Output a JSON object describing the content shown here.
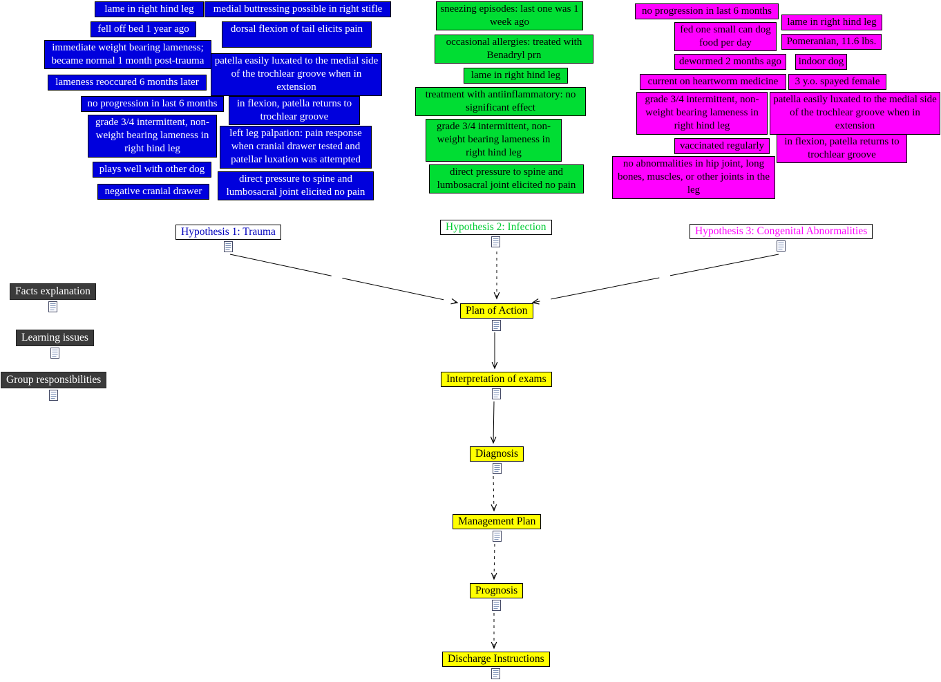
{
  "colors": {
    "trauma_note_bg": "#0000dd",
    "trauma_note_text": "#ffffff",
    "infection_note_bg": "#00dd33",
    "infection_note_text": "#000000",
    "congenital_note_bg": "#ff00ff",
    "congenital_note_text": "#000000",
    "flow_node_bg": "#ffff00",
    "sidebar_node_bg": "#3b3b3b",
    "hypothesis1_text_color": "#0000bb",
    "hypothesis2_text_color": "#00cc33",
    "hypothesis3_text_color": "#ff00ff"
  },
  "icons": {
    "attachment": "document-icon"
  },
  "hypotheses": [
    {
      "label": "Hypothesis 1: Trauma"
    },
    {
      "label": "Hypothesis 2: Infection"
    },
    {
      "label": "Hypothesis 3: Congenital Abnormalities"
    }
  ],
  "sidebar_nodes": [
    {
      "label": "Facts explanation"
    },
    {
      "label": "Learning issues"
    },
    {
      "label": "Group responsibilities"
    }
  ],
  "flow_nodes": [
    {
      "label": "Plan of Action"
    },
    {
      "label": "Interpretation of exams"
    },
    {
      "label": "Diagnosis"
    },
    {
      "label": "Management Plan"
    },
    {
      "label": "Prognosis"
    },
    {
      "label": "Discharge Instructions"
    }
  ],
  "trauma_notes": [
    "lame in right hind leg",
    "fell off bed 1 year ago",
    "immediate weight bearing lameness; became normal 1 month post-trauma",
    "lameness reoccured 6 months later",
    "no progression in last 6 months",
    "grade 3/4 intermittent, non-weight bearing lameness in right hind leg",
    "plays well with other dog",
    "negative cranial drawer",
    "medial buttressing possible in right stifle",
    "dorsal flexion of tail elicits pain",
    "patella easily luxated to the medial side of the trochlear groove when in extension",
    "in flexion, patella returns to trochlear groove",
    "left leg palpation: pain response when cranial drawer tested and patellar luxation was attempted",
    "direct pressure to spine and lumbosacral joint elicited no pain"
  ],
  "infection_notes": [
    "sneezing episodes: last one was 1 week ago",
    "occasional allergies: treated with Benadryl prn",
    "lame in right hind leg",
    "treatment with antiinflammatory: no significant effect",
    "grade 3/4 intermittent, non-weight bearing lameness in right hind leg",
    "direct pressure to spine and lumbosacral joint elicited no pain"
  ],
  "congenital_notes": [
    "no progression in last 6 months",
    "lame in right hind leg",
    "fed one small can dog food per day",
    "Pomeranian, 11.6 lbs.",
    "dewormed 2 months ago",
    "indoor dog",
    "current on heartworm medicine",
    "3 y.o. spayed female",
    "grade 3/4 intermittent, non-weight bearing lameness in right hind leg",
    "patella easily luxated to the medial side of the trochlear groove when in extension",
    "vaccinated regularly",
    "in flexion, patella returns to trochlear groove",
    "no abnormalities in hip joint, long bones, muscles, or other joints in the leg"
  ]
}
